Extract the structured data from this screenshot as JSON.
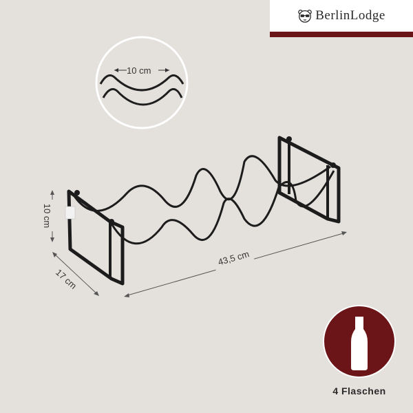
{
  "brand": {
    "name": "BerlinLodge",
    "icon": "bear-with-sunglasses-icon",
    "bar_color": "#6b1518"
  },
  "detail": {
    "spacing_label": "10 cm"
  },
  "dimensions": {
    "height_label": "10 cm",
    "depth_label": "17 cm",
    "width_label": "43,5 cm"
  },
  "badge": {
    "icon": "wine-bottle-icon",
    "label": "4 Flaschen",
    "color": "#6b1518"
  }
}
